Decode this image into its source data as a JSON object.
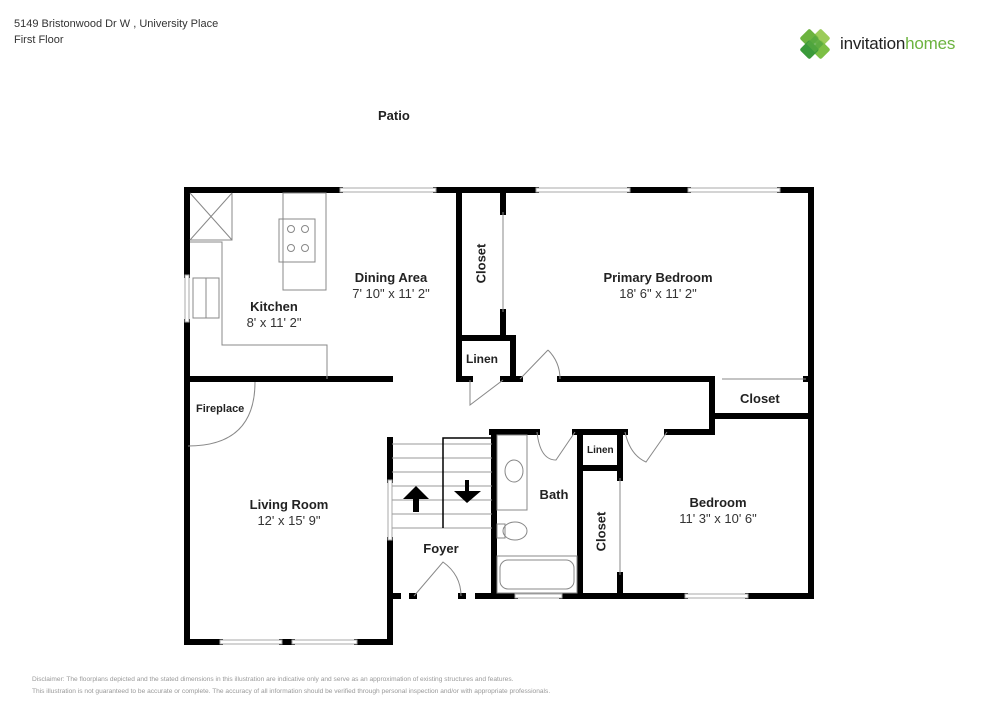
{
  "header": {
    "address": "5149 Bristonwood Dr W , University Place",
    "floor": "First Floor"
  },
  "brand": {
    "name_part1": "invitation",
    "name_part2": "homes",
    "primary_color": "#6cb33f",
    "dark_color": "#3a9a3a",
    "icon": "clover-logo-icon"
  },
  "outside": {
    "patio": "Patio"
  },
  "rooms": {
    "kitchen": {
      "name": "Kitchen",
      "dims": "8' x 11' 2\""
    },
    "dining": {
      "name": "Dining Area",
      "dims": "7' 10\" x 11' 2\""
    },
    "primary_bedroom": {
      "name": "Primary Bedroom",
      "dims": "18' 6\" x 11' 2\""
    },
    "living_room": {
      "name": "Living Room",
      "dims": "12' x 15' 9\""
    },
    "bath": {
      "name": "Bath"
    },
    "bedroom": {
      "name": "Bedroom",
      "dims": "11' 3\" x 10' 6\""
    },
    "foyer": {
      "name": "Foyer"
    },
    "fireplace": {
      "name": "Fireplace"
    },
    "closet_primary": {
      "name": "Closet"
    },
    "linen_primary": {
      "name": "Linen"
    },
    "closet_hall": {
      "name": "Closet"
    },
    "linen_hall": {
      "name": "Linen"
    },
    "closet_bedroom": {
      "name": "Closet"
    }
  },
  "disclaimer": {
    "line1": "Disclaimer: The floorplans depicted and the stated dimensions in this illustration are indicative only and serve as an approximation of existing structures and features.",
    "line2": "This illustration is not guaranteed to be accurate or complete. The accuracy of all information should be verified through personal inspection and/or with appropriate professionals."
  }
}
